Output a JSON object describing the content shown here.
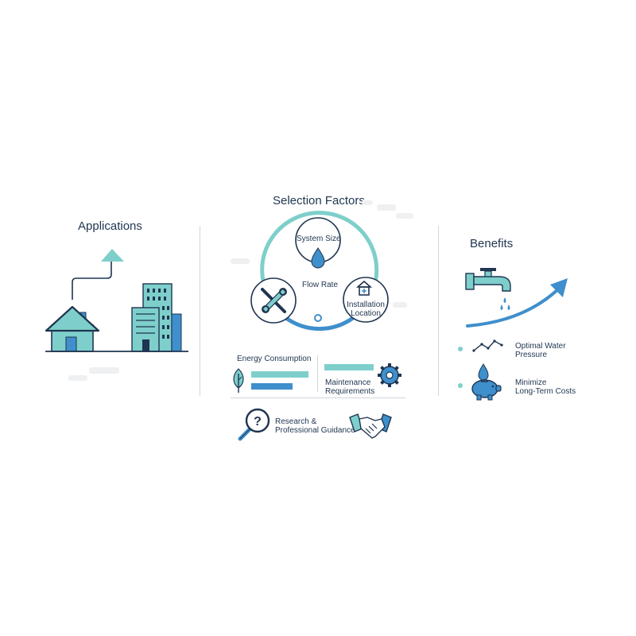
{
  "colors": {
    "teal": "#7ecfcb",
    "blue": "#3f8fcc",
    "navy": "#1f3550"
  },
  "applications": {
    "title": "Applications",
    "icons": [
      "arrow-up-icon",
      "house-icon",
      "office-building-icon"
    ]
  },
  "selection_factors": {
    "title": "Selection Factors",
    "system_size": "System Size",
    "flow_rate": "Flow Rate",
    "installation_location": [
      "Installation",
      "Location"
    ],
    "energy_consumption": "Energy Consumption",
    "maintenance_requirements": [
      "Maintenance",
      "Requirements"
    ],
    "research_guidance": [
      "Research &",
      "Professional Guidance"
    ],
    "icons": [
      "water-drop-icon",
      "tools-icon",
      "house-location-icon",
      "leaf-icon",
      "gear-icon",
      "magnifier-question-icon",
      "handshake-icon"
    ]
  },
  "benefits": {
    "title": "Benefits",
    "items": [
      {
        "lines": [
          "Optimal Water",
          "Pressure"
        ],
        "icon": "trend-line-icon"
      },
      {
        "lines": [
          "Minimize",
          "Long-Term Costs"
        ],
        "icon": "piggy-bank-icon"
      }
    ],
    "icons": [
      "faucet-icon",
      "rising-arrow-icon"
    ]
  }
}
